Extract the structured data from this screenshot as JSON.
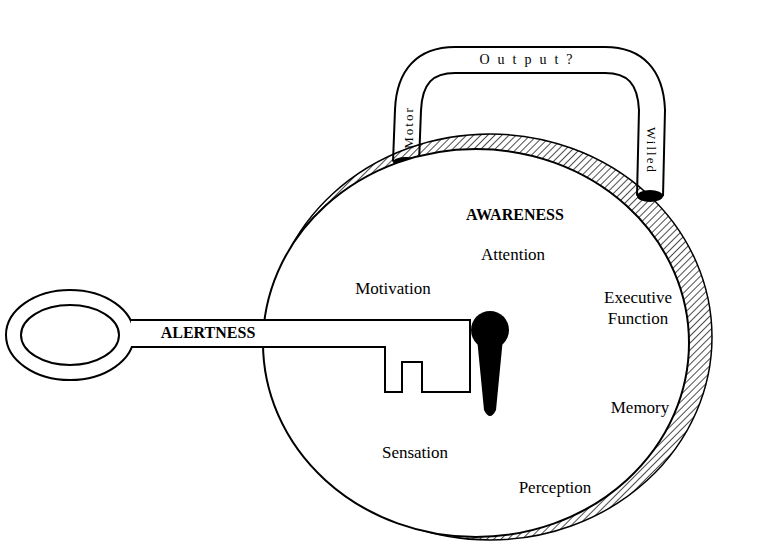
{
  "diagram": {
    "nodes": [
      {
        "text": [
          "Motor",
          "Output?",
          "Willed"
        ]
      },
      {
        "text": [
          "AWARENESS",
          "Attention",
          "Motivation",
          "Executive Function",
          "Memory",
          "Sensation",
          "Perception"
        ]
      },
      {
        "text": [
          "ALERTNESS"
        ]
      }
    ]
  }
}
